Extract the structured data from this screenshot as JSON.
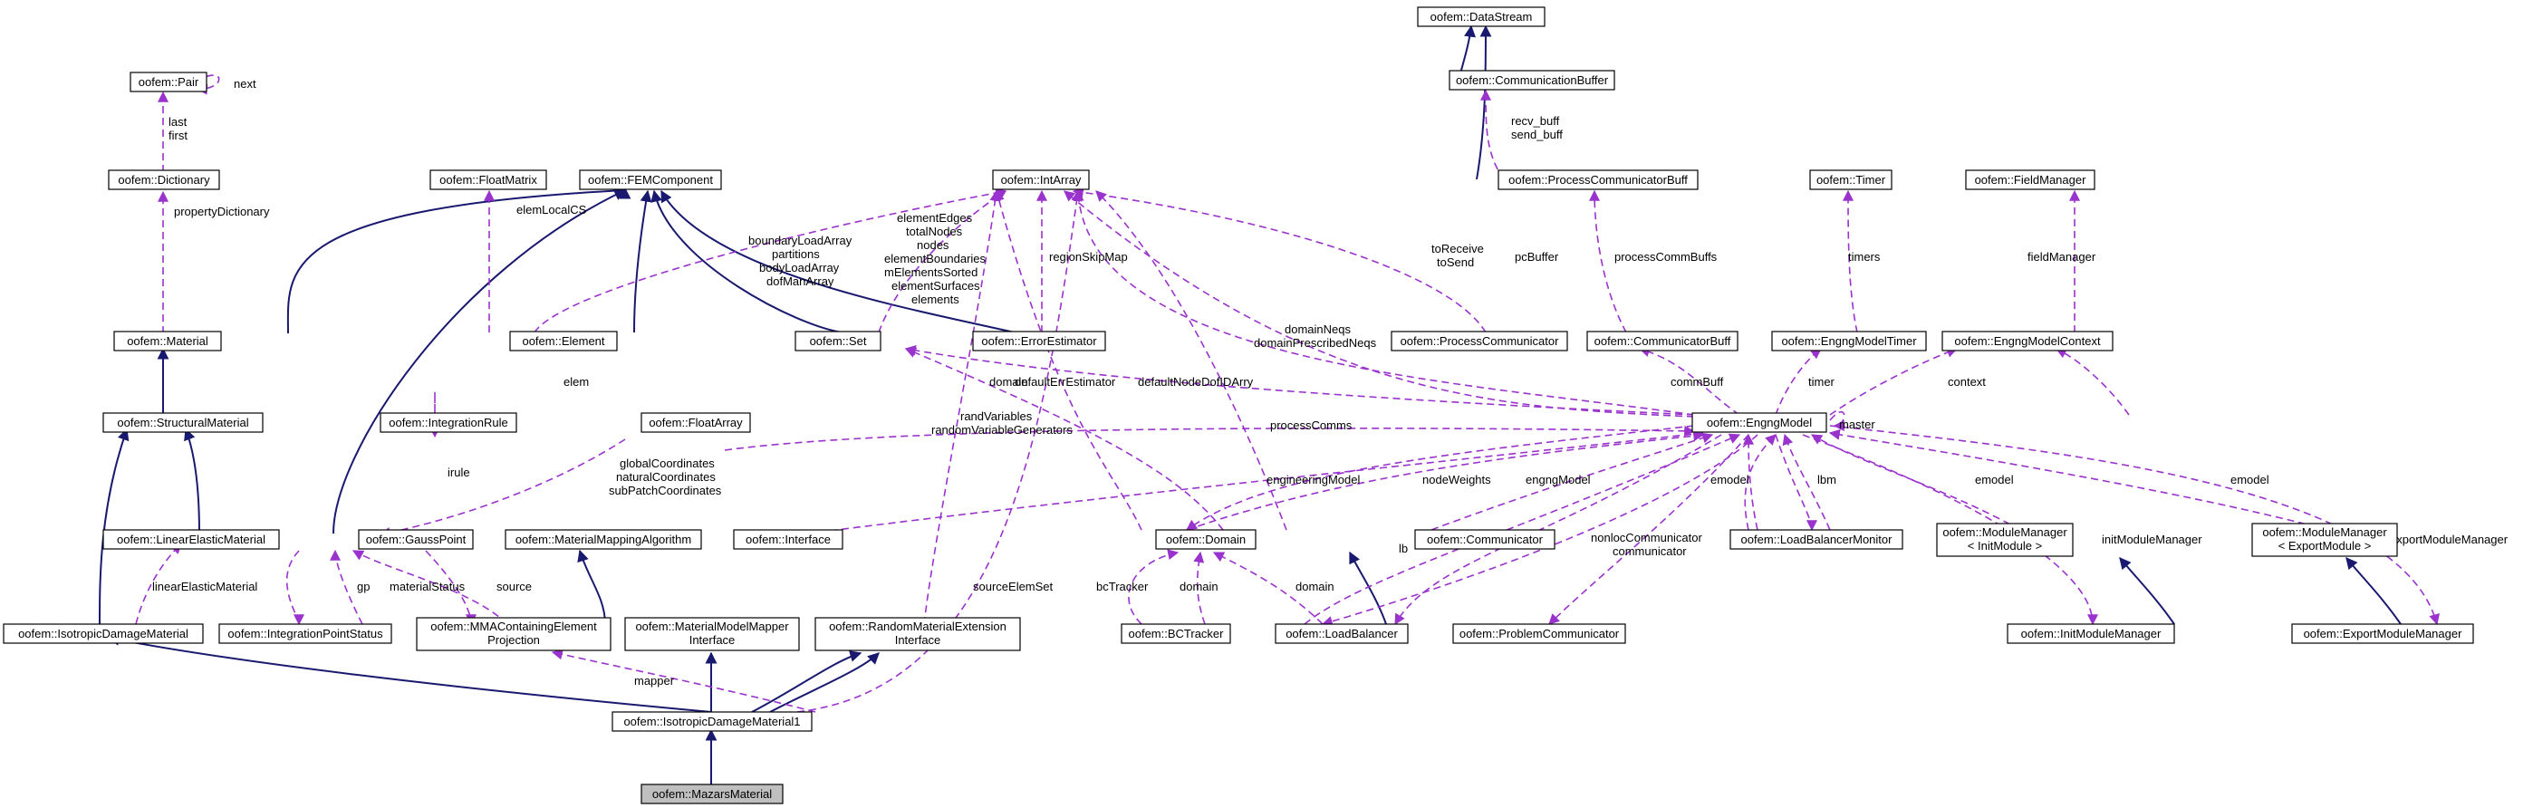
{
  "colors": {
    "inheritance": "#191970",
    "usage": "#9a32cd",
    "node_border": "#000000",
    "highlight_fill": "#bfbfbf"
  },
  "nodes": {
    "DataStream": "oofem::DataStream",
    "CommunicationBuffer": "oofem::CommunicationBuffer",
    "Pair": "oofem::Pair",
    "Dictionary": "oofem::Dictionary",
    "FloatMatrix": "oofem::FloatMatrix",
    "FEMComponent": "oofem::FEMComponent",
    "IntArray": "oofem::IntArray",
    "ProcessCommunicatorBuff": "oofem::ProcessCommunicatorBuff",
    "Timer": "oofem::Timer",
    "FieldManager": "oofem::FieldManager",
    "Material": "oofem::Material",
    "Element": "oofem::Element",
    "Set": "oofem::Set",
    "ErrorEstimator": "oofem::ErrorEstimator",
    "ProcessCommunicator": "oofem::ProcessCommunicator",
    "CommunicatorBuff": "oofem::CommunicatorBuff",
    "EngngModelTimer": "oofem::EngngModelTimer",
    "EngngModelContext": "oofem::EngngModelContext",
    "StructuralMaterial": "oofem::StructuralMaterial",
    "IntegrationRule": "oofem::IntegrationRule",
    "FloatArray": "oofem::FloatArray",
    "EngngModel": "oofem::EngngModel",
    "LinearElasticMaterial": "oofem::LinearElasticMaterial",
    "GaussPoint": "oofem::GaussPoint",
    "MaterialMappingAlgorithm": "oofem::MaterialMappingAlgorithm",
    "Interface": "oofem::Interface",
    "Domain": "oofem::Domain",
    "Communicator": "oofem::Communicator",
    "LoadBalancerMonitor": "oofem::LoadBalancerMonitor",
    "ModuleManagerInit_1": "oofem::ModuleManager",
    "ModuleManagerInit_2": "< InitModule >",
    "ModuleManagerExport_1": "oofem::ModuleManager",
    "ModuleManagerExport_2": "< ExportModule >",
    "IsotropicDamageMaterial": "oofem::IsotropicDamageMaterial",
    "IntegrationPointStatus": "oofem::IntegrationPointStatus",
    "MMAContainingElementProjection_1": "oofem::MMAContainingElement",
    "MMAContainingElementProjection_2": "Projection",
    "MaterialModelMapperInterface_1": "oofem::MaterialModelMapper",
    "MaterialModelMapperInterface_2": "Interface",
    "RandomMaterialExtensionInterface_1": "oofem::RandomMaterialExtension",
    "RandomMaterialExtensionInterface_2": "Interface",
    "BCTracker": "oofem::BCTracker",
    "LoadBalancer": "oofem::LoadBalancer",
    "ProblemCommunicator": "oofem::ProblemCommunicator",
    "InitModuleManager": "oofem::InitModuleManager",
    "ExportModuleManager": "oofem::ExportModuleManager",
    "IsotropicDamageMaterial1": "oofem::IsotropicDamageMaterial1",
    "MazarsMaterial": "oofem::MazarsMaterial"
  },
  "edge_labels": {
    "next": "next",
    "last": "last",
    "first": "first",
    "recv_buff": "recv_buff",
    "send_buff": "send_buff",
    "propertyDictionary": "propertyDictionary",
    "elemLocalCS": "elemLocalCS",
    "boundaryLoadArray": "boundaryLoadArray",
    "partitions": "partitions",
    "bodyLoadArray": "bodyLoadArray",
    "dofManArray": "dofManArray",
    "elementEdges": "elementEdges",
    "totalNodes": "totalNodes",
    "nodes": "nodes",
    "elementBoundaries": "elementBoundaries",
    "mElementsSorted": "mElementsSorted",
    "elementSurfaces": "elementSurfaces",
    "elements": "elements",
    "regionSkipMap": "regionSkipMap",
    "toReceive": "toReceive",
    "toSend": "toSend",
    "pcBuffer": "pcBuffer",
    "processCommBuffs": "processCommBuffs",
    "timers": "timers",
    "fieldManager": "fieldManager",
    "domainNeqs": "domainNeqs",
    "domainPrescribedNeqs": "domainPrescribedNeqs",
    "elem": "elem",
    "domain": "domain",
    "defaultErrEstimator": "defaultErrEstimator",
    "defaultNodeDofIDArry": "defaultNodeDofIDArry",
    "commBuff": "commBuff",
    "timer": "timer",
    "context": "context",
    "master": "master",
    "randVariables": "randVariables",
    "randomVariableGenerators": "randomVariableGenerators",
    "processComms": "processComms",
    "irule": "irule",
    "globalCoordinates": "globalCoordinates",
    "naturalCoordinates": "naturalCoordinates",
    "subPatchCoordinates": "subPatchCoordinates",
    "engineeringModel": "engineeringModel",
    "nodeWeights": "nodeWeights",
    "engngModel": "engngModel",
    "emodel": "emodel",
    "lbm": "lbm",
    "exportModuleManager": "exportModuleManager",
    "linearElasticMaterial": "linearElasticMaterial",
    "gp": "gp",
    "materialStatus": "materialStatus",
    "source": "source",
    "sourceElemSet": "sourceElemSet",
    "lb": "lb",
    "nonlocCommunicator": "nonlocCommunicator",
    "communicator": "communicator",
    "initModuleManager": "initModuleManager",
    "bcTracker": "bcTracker",
    "mapper": "mapper"
  }
}
